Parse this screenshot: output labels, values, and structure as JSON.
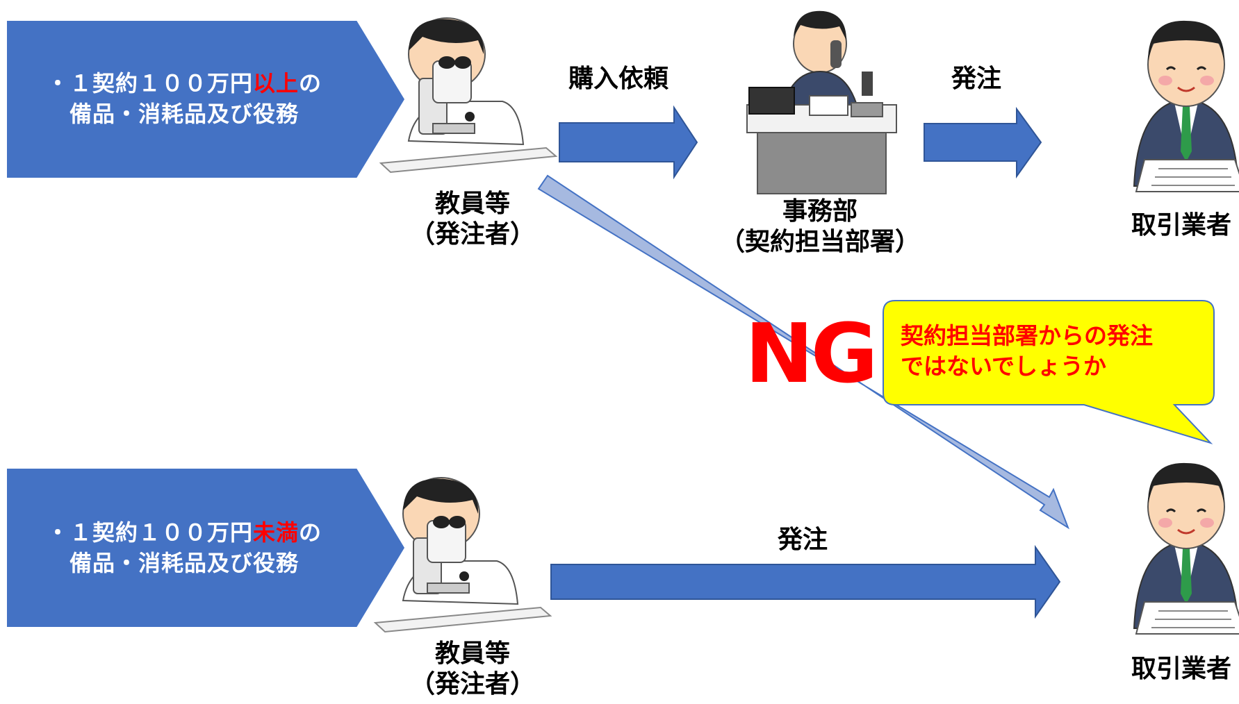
{
  "conditions": {
    "top": {
      "bullet": "・",
      "line1_pre": "１契約１００万円",
      "line1_hl": "以上",
      "line1_post": "の",
      "line2": "備品・消耗品及び役務"
    },
    "bottom": {
      "bullet": "・",
      "line1_pre": "１契約１００万円",
      "line1_hl": "未満",
      "line1_post": "の",
      "line2": "備品・消耗品及び役務"
    }
  },
  "actors": {
    "faculty_top": {
      "name": "教員等",
      "role": "（発注者）"
    },
    "office": {
      "name": "事務部",
      "role": "（契約担当部署）"
    },
    "vendor_top": {
      "name": "取引業者"
    },
    "faculty_bottom": {
      "name": "教員等",
      "role": "（発注者）"
    },
    "vendor_bottom": {
      "name": "取引業者"
    }
  },
  "arrows": {
    "purchase_request": "購入依頼",
    "order_top": "発注",
    "order_bottom": "発注"
  },
  "ng": {
    "label": "NG"
  },
  "speech_bubble": {
    "line1": "契約担当部署からの発注",
    "line2": "ではないでしょうか"
  },
  "colors": {
    "primary_blue": "#4472c4",
    "light_blue": "#a6b9e0",
    "highlight_red": "#ff0000",
    "bubble_yellow": "#ffff00"
  }
}
